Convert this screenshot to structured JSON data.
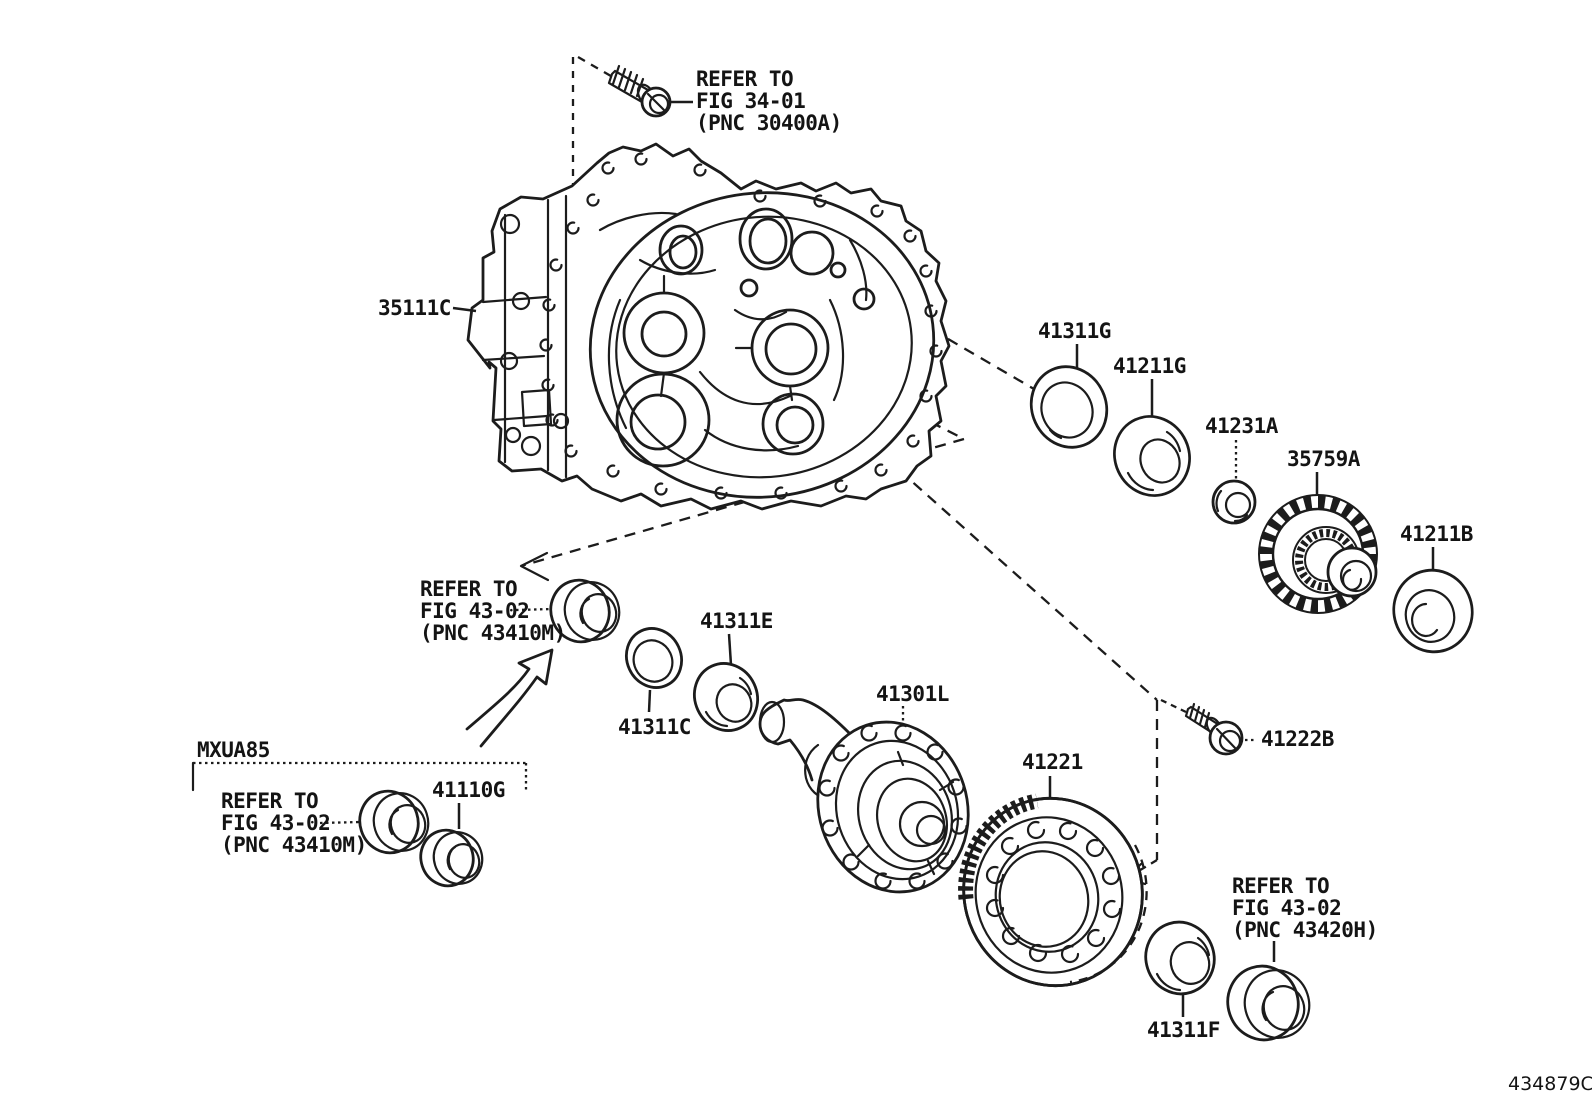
{
  "colors": {
    "ink": "#1c1c1c",
    "paper": "#ffffff"
  },
  "labels": {
    "housing": "35111C",
    "thrust_washer": "41311G",
    "front_bearing": "41211G",
    "lock_nut": "41231A",
    "driven_gear": "35759A",
    "rear_bearing": "41211B",
    "race_washer": "41311C",
    "side_bearing_left": "41311E",
    "diff_case": "41301L",
    "ring_gear": "41221",
    "ring_gear_bolt": "41222B",
    "oil_seal": "41110G",
    "side_bearing_right": "41311F",
    "model_code": "MXUA85",
    "figure_code": "434879C"
  },
  "notes": {
    "fig3401": {
      "l1": "REFER TO",
      "l2": "FIG 34-01",
      "l3": "(PNC 30400A)"
    },
    "fig4302_mid": {
      "l1": "REFER TO",
      "l2": "FIG 43-02",
      "l3": "(PNC 43410M)"
    },
    "fig4302_left": {
      "l1": "REFER TO",
      "l2": "FIG 43-02",
      "l3": "(PNC 43410M)"
    },
    "fig4302_right": {
      "l1": "REFER TO",
      "l2": "FIG 43-02",
      "l3": "(PNC 43420H)"
    }
  }
}
